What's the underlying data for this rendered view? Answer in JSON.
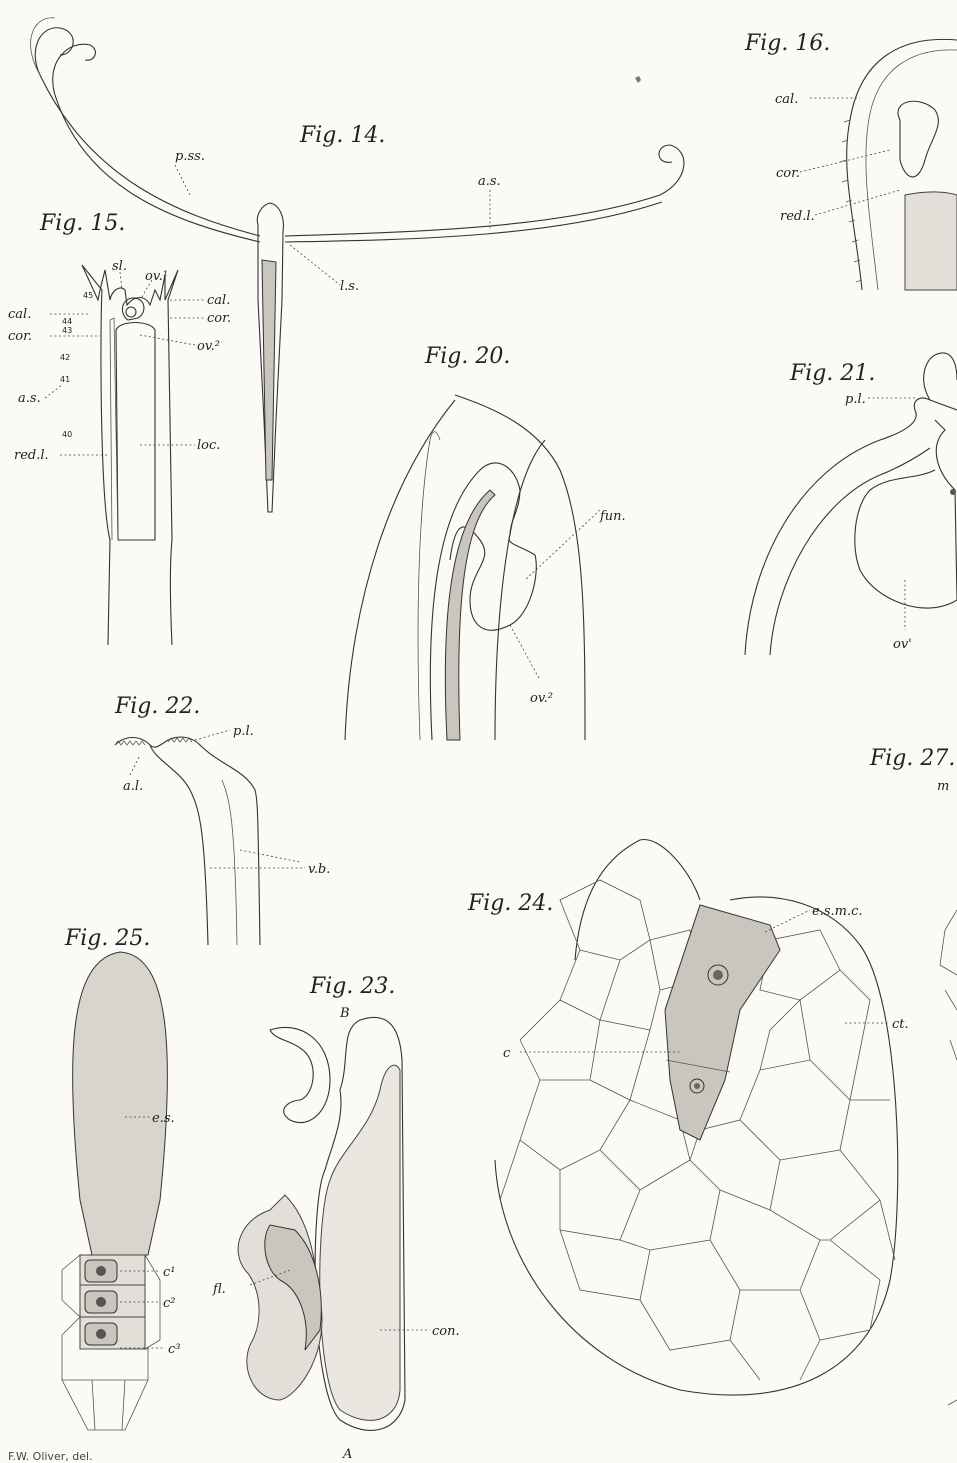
{
  "figures": {
    "f14": {
      "title": "Fig. 14.",
      "labels": {
        "pss": "p.ss.",
        "as": "a.s.",
        "ls": "l.s."
      }
    },
    "f15": {
      "title": "Fig. 15.",
      "labels": {
        "sl": "sl.",
        "ov1": "ov.¹",
        "cal_r": "cal.",
        "cor_r": "cor.",
        "ov2": "ov.²",
        "cal_l": "cal.",
        "cor_l": "cor.",
        "as": "a.s.",
        "redl": "red.l.",
        "loc": "loc."
      },
      "numbers": [
        "45",
        "44",
        "43",
        "42",
        "41",
        "40"
      ]
    },
    "f16": {
      "title": "Fig. 16.",
      "labels": {
        "cal": "cal.",
        "cor": "cor.",
        "redl": "red.l."
      }
    },
    "f20": {
      "title": "Fig. 20.",
      "labels": {
        "fun": "fun.",
        "ov2": "ov.²"
      }
    },
    "f21": {
      "title": "Fig. 21.",
      "labels": {
        "pl": "p.l.",
        "ov1": "ov'"
      }
    },
    "f22": {
      "title": "Fig. 22.",
      "labels": {
        "pl": "p.l.",
        "al": "a.l.",
        "vb": "v.b."
      }
    },
    "f23": {
      "title": "Fig. 23.",
      "labels": {
        "B": "B",
        "A": "A",
        "fl": "fl.",
        "con": "con."
      }
    },
    "f24": {
      "title": "Fig. 24.",
      "labels": {
        "esmc": "e.s.m.c.",
        "ct": "ct.",
        "c": "c"
      }
    },
    "f25": {
      "title": "Fig. 25.",
      "labels": {
        "es": "e.s.",
        "c1": "c¹",
        "c2": "c²",
        "c3": "c³"
      }
    },
    "f27": {
      "title": "Fig. 27.",
      "labels": {
        "m": "m"
      }
    }
  },
  "signature": "F.W. Oliver, del."
}
